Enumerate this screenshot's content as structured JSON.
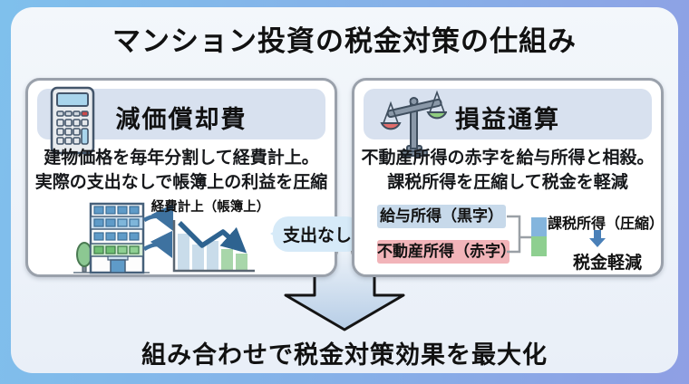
{
  "title": "マンション投資の税金対策の仕組み",
  "footer": "組み合わせで税金対策効果を最大化",
  "left_panel": {
    "header": "減価償却費",
    "icon": "calculator-icon",
    "desc_line1": "建物価格を毎年分割して経費計上。",
    "desc_line2": "実際の支出なしで帳簿上の利益を圧縮",
    "figure": {
      "chart_label": "経費計上（帳簿上）",
      "bubble_label": "支出なし"
    }
  },
  "right_panel": {
    "header": "損益通算",
    "icon": "balance-scale-icon",
    "desc_line1": "不動産所得の赤字を給与所得と相殺。",
    "desc_line2": "課税所得を圧縮して税金を軽減",
    "figure": {
      "salary_box": "給与所得（黒字）",
      "property_box": "不動産所得（赤字）",
      "taxable_label": "課税所得（圧縮）",
      "result_label": "税金軽減"
    }
  },
  "colors": {
    "background_gradient_left": "#7fc0ec",
    "background_gradient_right": "#8f9fe4",
    "card_background": "#eef3f9",
    "panel_border": "#9aa1ab",
    "header_band": "#d8e1ef",
    "dark_blue_arrow": "#2e6390",
    "chart_bar_blue": "#c9dcea",
    "chart_bar_green": "#a8d6aa",
    "bubble_background": "#d6eaf8",
    "salary_box_blue": "#c7d9ea",
    "property_box_pink": "#f2b4b9",
    "stack_bar_blue": "#84b5dd",
    "stack_bar_green": "#8ecf90",
    "small_arrow_blue": "#4a80b8",
    "scale_pan_red": "#e06c6c",
    "scale_pan_green": "#8fcc7f"
  }
}
